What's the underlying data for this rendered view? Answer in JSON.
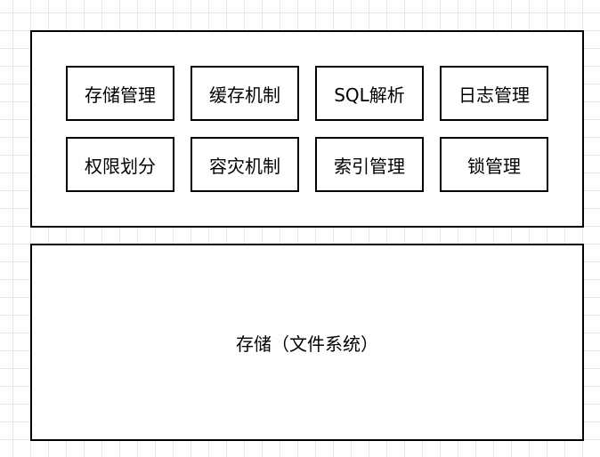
{
  "modules": {
    "row1": [
      "存储管理",
      "缓存机制",
      "SQL解析",
      "日志管理"
    ],
    "row2": [
      "权限划分",
      "容灾机制",
      "索引管理",
      "锁管理"
    ]
  },
  "storage": {
    "label": "存储（文件系统）"
  }
}
